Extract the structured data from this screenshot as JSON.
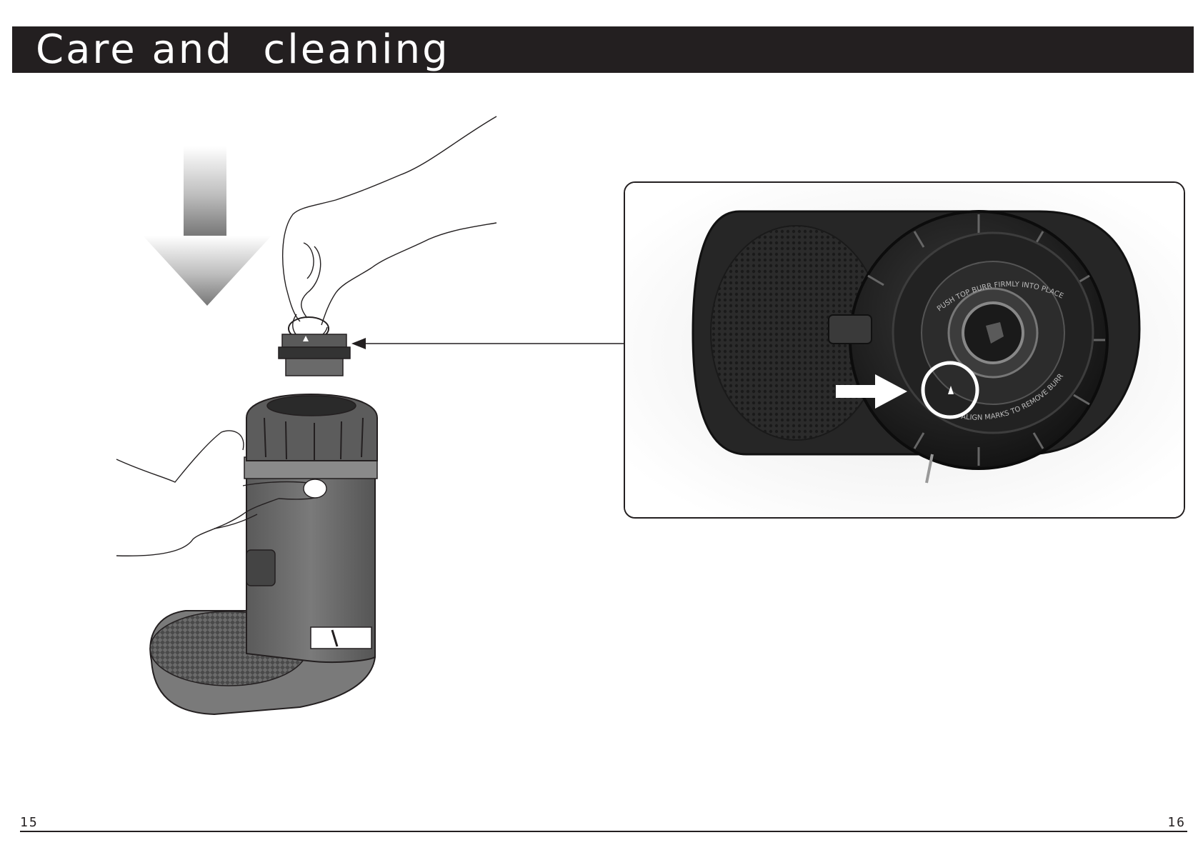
{
  "header": {
    "title": "Care and  cleaning"
  },
  "callout": {
    "ring_text_top": "PUSH TOP BURR FIRMLY INTO PLACE",
    "ring_text_bottom": "ALIGN MARKS TO REMOVE BURR"
  },
  "footer": {
    "page_left": "15",
    "page_right": "16"
  },
  "colors": {
    "title_bar": "#231f20",
    "title_text": "#ffffff",
    "rule": "#231f20"
  }
}
